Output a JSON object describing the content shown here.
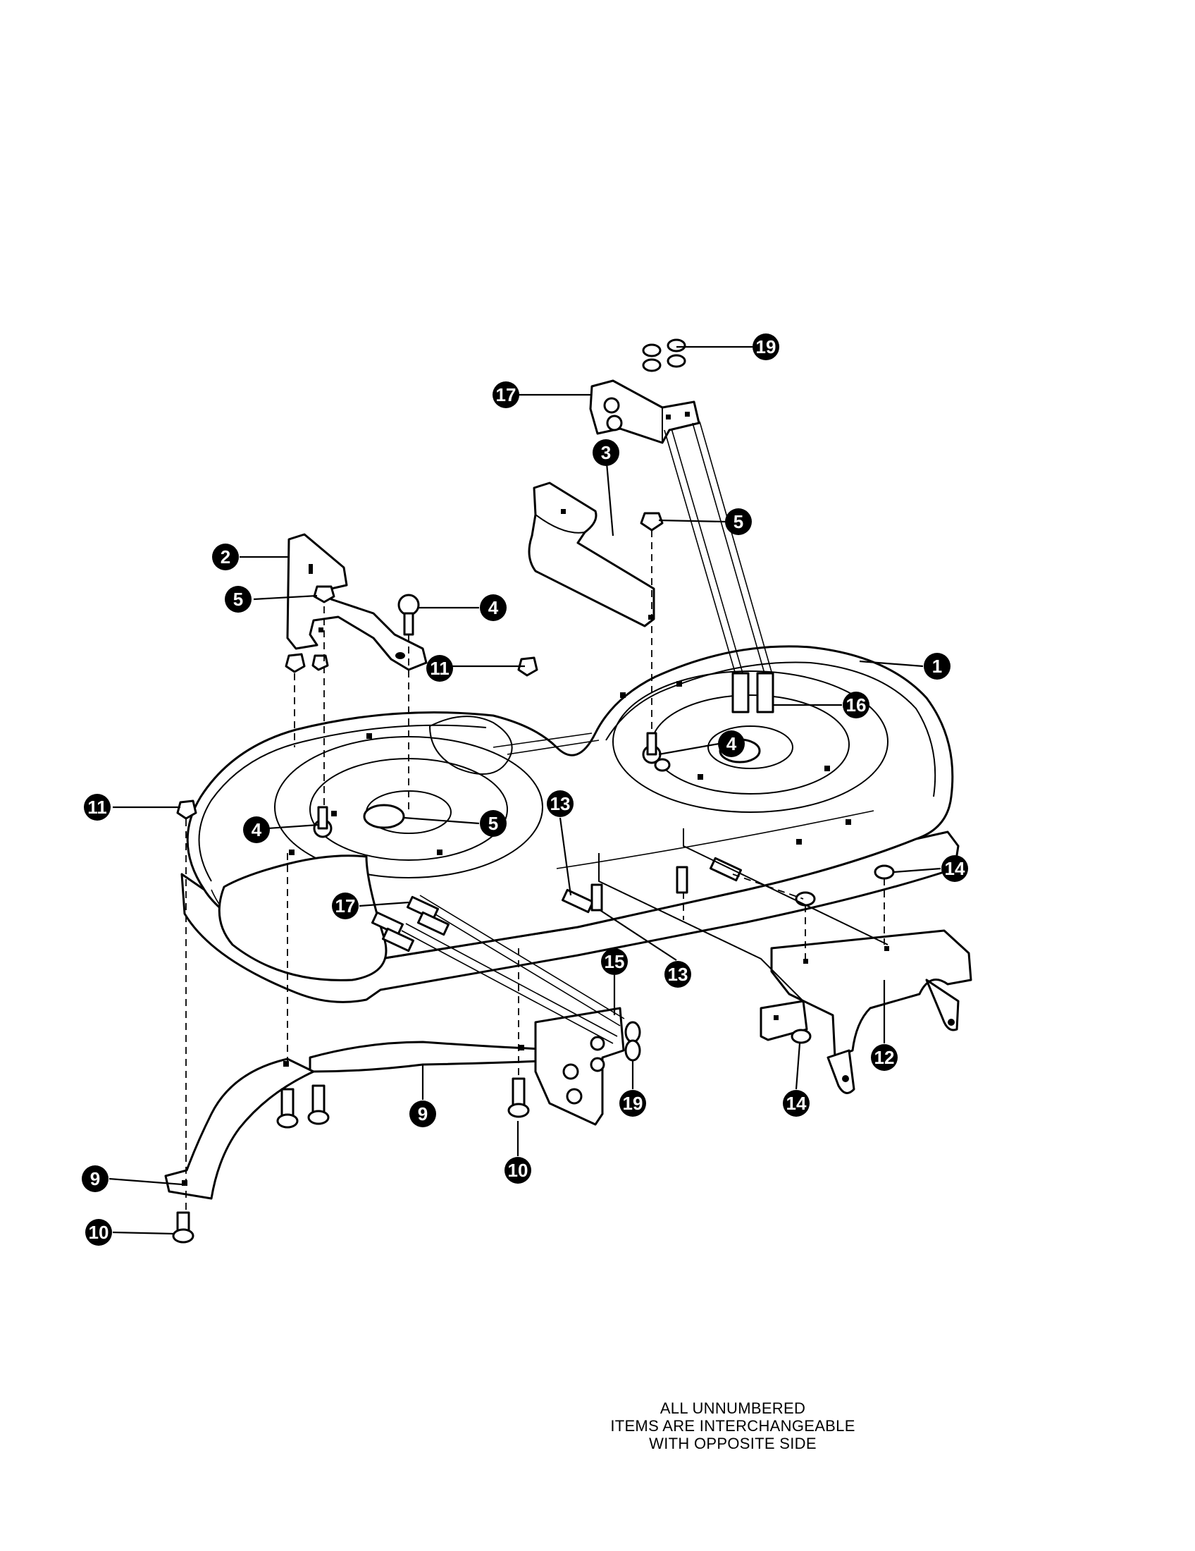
{
  "diagram": {
    "callouts": [
      {
        "id": "c1",
        "label": "1"
      },
      {
        "id": "c2",
        "label": "2"
      },
      {
        "id": "c3",
        "label": "3"
      },
      {
        "id": "c4a",
        "label": "4"
      },
      {
        "id": "c4b",
        "label": "4"
      },
      {
        "id": "c4c",
        "label": "4"
      },
      {
        "id": "c5a",
        "label": "5"
      },
      {
        "id": "c5b",
        "label": "5"
      },
      {
        "id": "c5c",
        "label": "5"
      },
      {
        "id": "c9a",
        "label": "9"
      },
      {
        "id": "c9b",
        "label": "9"
      },
      {
        "id": "c10a",
        "label": "10"
      },
      {
        "id": "c10b",
        "label": "10"
      },
      {
        "id": "c11a",
        "label": "11"
      },
      {
        "id": "c11b",
        "label": "11"
      },
      {
        "id": "c12",
        "label": "12"
      },
      {
        "id": "c13a",
        "label": "13"
      },
      {
        "id": "c13b",
        "label": "13"
      },
      {
        "id": "c14a",
        "label": "14"
      },
      {
        "id": "c14b",
        "label": "14"
      },
      {
        "id": "c15",
        "label": "15"
      },
      {
        "id": "c16",
        "label": "16"
      },
      {
        "id": "c17a",
        "label": "17"
      },
      {
        "id": "c17b",
        "label": "17"
      },
      {
        "id": "c19a",
        "label": "19"
      },
      {
        "id": "c19b",
        "label": "19"
      }
    ],
    "note": {
      "line1": "ALL UNNUMBERED",
      "line2": "ITEMS ARE INTERCHANGEABLE",
      "line3": "WITH OPPOSITE SIDE"
    }
  }
}
